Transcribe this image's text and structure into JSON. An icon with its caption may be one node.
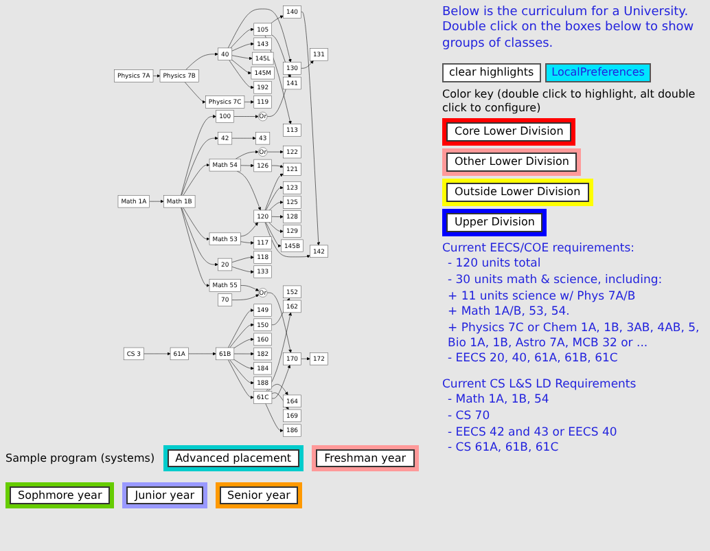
{
  "diagram": {
    "title": "Below is the curriculum for a University. Double click on the boxes below to show groups of classes.",
    "nodes": [
      {
        "text": [
          "Math 1A"
        ]
      },
      {
        "text": [
          "Math 1B"
        ]
      },
      {
        "text": [
          "100"
        ]
      },
      {
        "text": [
          "42"
        ]
      },
      {
        "text": [
          "43"
        ]
      },
      {
        "text": [
          "Math 54"
        ]
      },
      {
        "text": [
          "Math 53"
        ]
      },
      {
        "text": [
          "20"
        ]
      },
      {
        "text": [
          "Physics 7A"
        ]
      },
      {
        "text": [
          "Physics 7B"
        ]
      },
      {
        "text": [
          "40"
        ]
      },
      {
        "text": [
          "Physics 7C"
        ]
      },
      {
        "text": [
          "119"
        ]
      },
      {
        "text": [
          "Or"
        ]
      },
      {
        "text": [
          "122"
        ]
      },
      {
        "text": [
          "126"
        ]
      },
      {
        "text": [
          "120"
        ]
      },
      {
        "text": [
          "117"
        ]
      },
      {
        "text": [
          "118"
        ]
      },
      {
        "text": [
          "133"
        ]
      },
      {
        "text": [
          "Or"
        ]
      },
      {
        "text": [
          "130"
        ]
      },
      {
        "text": [
          "105"
        ]
      },
      {
        "text": [
          "143"
        ]
      },
      {
        "text": [
          "145L"
        ]
      },
      {
        "text": [
          "145M"
        ]
      },
      {
        "text": [
          "121"
        ]
      },
      {
        "text": [
          "123"
        ]
      },
      {
        "text": [
          "125"
        ]
      },
      {
        "text": [
          "128"
        ]
      },
      {
        "text": [
          "129"
        ]
      },
      {
        "text": [
          "145B"
        ]
      },
      {
        "text": [
          "131"
        ]
      },
      {
        "text": [
          "140"
        ]
      },
      {
        "text": [
          "141"
        ]
      },
      {
        "text": [
          "113"
        ]
      },
      {
        "text": [
          "142"
        ]
      },
      {
        "text": [
          "192"
        ]
      },
      {
        "text": [
          "149"
        ]
      },
      {
        "text": [
          "150"
        ]
      },
      {
        "text": [
          "152"
        ]
      },
      {
        "text": [
          "160"
        ]
      },
      {
        "text": [
          "182"
        ]
      },
      {
        "text": [
          "162"
        ]
      },
      {
        "text": [
          "184"
        ]
      },
      {
        "text": [
          "164"
        ]
      },
      {
        "text": [
          "188"
        ]
      },
      {
        "text": [
          "CS 3"
        ]
      },
      {
        "text": [
          "61A"
        ]
      },
      {
        "text": [
          "61B"
        ]
      },
      {
        "text": [
          "169"
        ]
      },
      {
        "text": [
          "61C"
        ]
      },
      {
        "text": [
          "170"
        ]
      },
      {
        "text": [
          "172"
        ]
      },
      {
        "text": [
          "186"
        ]
      },
      {
        "text": [
          "70"
        ]
      },
      {
        "text": [
          "Or"
        ]
      },
      {
        "text": [
          "Math 55"
        ]
      },
      {
        "text": [
          "clear highlights"
        ]
      },
      {
        "text": [
          "LocalPreferences"
        ]
      }
    ],
    "edges": [
      {
        "from": 0,
        "to": 1,
        "arrow": "to"
      },
      {
        "from": 1,
        "to": 2,
        "arrow": "to"
      },
      {
        "from": 1,
        "to": 3,
        "arrow": "to"
      },
      {
        "from": 1,
        "to": 5,
        "arrow": "to"
      },
      {
        "from": 1,
        "to": 6,
        "arrow": "to"
      },
      {
        "from": 1,
        "to": 7,
        "arrow": "to"
      },
      {
        "from": 1,
        "to": 57,
        "arrow": "to"
      },
      {
        "from": 3,
        "to": 4,
        "arrow": "to"
      },
      {
        "from": 8,
        "to": 9,
        "arrow": "to"
      },
      {
        "from": 9,
        "to": 10,
        "arrow": "to"
      },
      {
        "from": 9,
        "to": 11,
        "arrow": "to"
      },
      {
        "from": 11,
        "to": 12,
        "arrow": "to"
      },
      {
        "from": 5,
        "to": 13,
        "arrow": "to"
      },
      {
        "from": 5,
        "to": 15,
        "arrow": "to"
      },
      {
        "from": 5,
        "to": 16,
        "arrow": "to"
      },
      {
        "from": 6,
        "to": 16,
        "arrow": "to"
      },
      {
        "from": 6,
        "to": 17,
        "arrow": "to"
      },
      {
        "from": 7,
        "to": 18,
        "arrow": "to"
      },
      {
        "from": 7,
        "to": 19,
        "arrow": "to"
      },
      {
        "from": 2,
        "to": 20,
        "arrow": "to"
      },
      {
        "from": 20,
        "to": 21,
        "arrow": "to"
      },
      {
        "from": 10,
        "to": 21,
        "arrow": "to"
      },
      {
        "from": 10,
        "to": 22,
        "arrow": "to"
      },
      {
        "from": 10,
        "to": 23,
        "arrow": "to"
      },
      {
        "from": 10,
        "to": 24,
        "arrow": "to"
      },
      {
        "from": 10,
        "to": 25,
        "arrow": "to"
      },
      {
        "from": 13,
        "to": 14,
        "arrow": "to"
      },
      {
        "from": 15,
        "to": 26,
        "arrow": "to"
      },
      {
        "from": 16,
        "to": 26,
        "arrow": "to"
      },
      {
        "from": 16,
        "to": 27,
        "arrow": "to"
      },
      {
        "from": 16,
        "to": 28,
        "arrow": "to"
      },
      {
        "from": 16,
        "to": 29,
        "arrow": "to"
      },
      {
        "from": 16,
        "to": 30,
        "arrow": "to"
      },
      {
        "from": 16,
        "to": 31,
        "arrow": "to"
      },
      {
        "from": 16,
        "to": 36,
        "arrow": "to"
      },
      {
        "from": 21,
        "to": 32,
        "arrow": "to"
      },
      {
        "from": 22,
        "to": 33,
        "arrow": "to"
      },
      {
        "from": 22,
        "to": 34,
        "arrow": "to"
      },
      {
        "from": 22,
        "to": 35,
        "arrow": "to"
      },
      {
        "from": 33,
        "to": 36,
        "arrow": "to"
      },
      {
        "from": 10,
        "to": 37,
        "arrow": "to"
      },
      {
        "from": 47,
        "to": 48,
        "arrow": "to"
      },
      {
        "from": 48,
        "to": 49,
        "arrow": "to"
      },
      {
        "from": 49,
        "to": 38,
        "arrow": "to"
      },
      {
        "from": 49,
        "to": 39,
        "arrow": "to"
      },
      {
        "from": 49,
        "to": 41,
        "arrow": "to"
      },
      {
        "from": 49,
        "to": 42,
        "arrow": "to"
      },
      {
        "from": 49,
        "to": 44,
        "arrow": "to"
      },
      {
        "from": 49,
        "to": 46,
        "arrow": "to"
      },
      {
        "from": 49,
        "to": 51,
        "arrow": "to"
      },
      {
        "from": 39,
        "to": 40,
        "arrow": "to"
      },
      {
        "from": 51,
        "to": 43,
        "arrow": "to"
      },
      {
        "from": 51,
        "to": 45,
        "arrow": "to"
      },
      {
        "from": 51,
        "to": 50,
        "arrow": "to"
      },
      {
        "from": 51,
        "to": 52,
        "arrow": "to"
      },
      {
        "from": 51,
        "to": 54,
        "arrow": "to"
      },
      {
        "from": 55,
        "to": 56,
        "arrow": "to"
      },
      {
        "from": 57,
        "to": 56,
        "arrow": "to"
      },
      {
        "from": 56,
        "to": 52,
        "arrow": "to"
      },
      {
        "from": 52,
        "to": 53,
        "arrow": "to"
      }
    ],
    "labels": [
      "Color key (double click to highlight, alt double click to configure)",
      "Current EECS/COE requirements:",
      "- 120 units total",
      "- 30 units math & science, including:",
      "+ 11 units science w/ Phys 7A/B",
      "+ Math 1A/B, 53, 54.",
      "+ Physics 7C or Chem 1A, 1B, 3AB, 4AB, 5, Bio 1A, 1B, Astro 7A, MCB 32 or ...",
      "- EECS 20, 40, 61A, 61B, 61C",
      "Current CS L&S LD Requirements",
      "- Math 1A, 1B, 54",
      "- CS 70",
      "- EECS 42 and 43 or EECS 40",
      "- CS 61A, 61B, 61C",
      "Sample program (systems)"
    ],
    "legend": [
      {
        "text": "Core Lower Division",
        "color": "#ff0000"
      },
      {
        "text": "Other Lower Division",
        "color": "#ff9999"
      },
      {
        "text": "Outside Lower Division",
        "color": "#ffff00"
      },
      {
        "text": "Upper Division",
        "color": "#0000ff"
      },
      {
        "text": "Advanced placement",
        "color": "#00cccc"
      },
      {
        "text": "Freshman year",
        "color": "#ff9999"
      },
      {
        "text": "Sophmore year",
        "color": "#66cc00"
      },
      {
        "text": "Junior year",
        "color": "#9999ff"
      },
      {
        "text": "Senior year",
        "color": "#ff9900"
      }
    ]
  }
}
